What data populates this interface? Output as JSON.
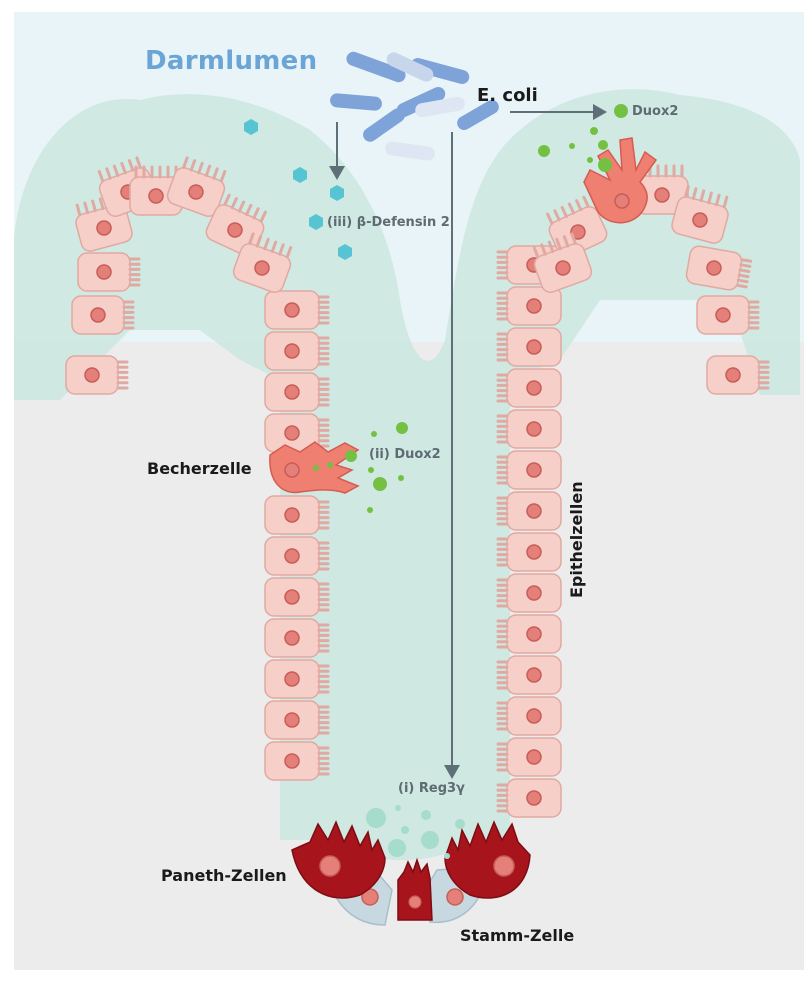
{
  "labels": {
    "lumen": "Darmlumen",
    "bacteria": "E. coli",
    "duox_top": "Duox2",
    "defensin": "(iii) β-Defensin 2",
    "duox_mid": "(ii) Duox2",
    "goblet": "Becherzelle",
    "epithelium": "Epithelzellen",
    "reg3": "(i) Reg3γ",
    "paneth": "Paneth-Zellen",
    "stem": "Stamm-Zelle"
  },
  "colors": {
    "lumen_label": "#6aa5d6",
    "mucus": "#cfe8e2",
    "tissue": "#ececec",
    "epithelial_cell": "#f6cfc9",
    "epithelial_border": "#e0a9a1",
    "nucleus": "#e48079",
    "goblet_cell": "#ef7f71",
    "paneth_cell": "#a7141c",
    "stem_cell": "#c7d8e1",
    "bacteria": "#7ea3d8",
    "duox_dots": "#74c043",
    "defensin_hexagons": "#57c4d4",
    "reg3_dots": "#a6dccb",
    "arrow": "#5f6f78"
  },
  "icons": [
    "bacteria-rod-icon",
    "hexagon-defensin-icon",
    "duox-dot-icon",
    "arrow-icon"
  ]
}
